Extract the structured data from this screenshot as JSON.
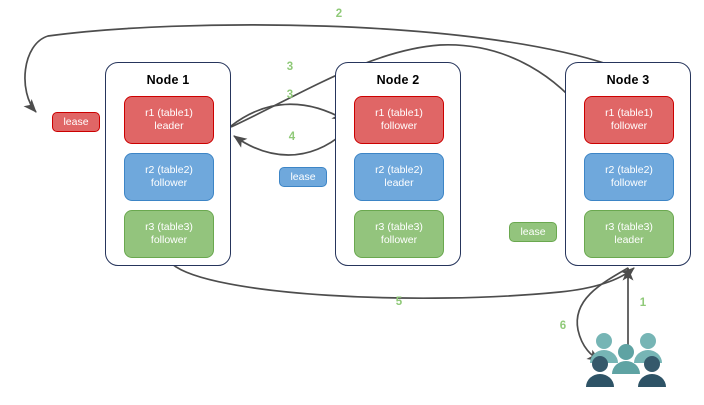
{
  "diagram": {
    "title": "Distributed lease / raft replica routing diagram",
    "colors": {
      "red": "#e06666",
      "red_border": "#cc0000",
      "blue": "#6fa8dc",
      "blue_border": "#3d85c6",
      "green": "#93c47d",
      "green_border": "#6aa84f",
      "node_border": "#26355c",
      "arrow": "#4d4d4d",
      "step_label": "#8fc978",
      "people_light": "#76b5b5",
      "people_dark": "#2e5366"
    }
  },
  "nodes": [
    {
      "id": "node1",
      "title": "Node 1",
      "replicas": [
        {
          "name": "r1 (table1)",
          "role": "leader",
          "color": "red"
        },
        {
          "name": "r2 (table2)",
          "role": "follower",
          "color": "blue"
        },
        {
          "name": "r3 (table3)",
          "role": "follower",
          "color": "green"
        }
      ]
    },
    {
      "id": "node2",
      "title": "Node 2",
      "replicas": [
        {
          "name": "r1 (table1)",
          "role": "follower",
          "color": "red"
        },
        {
          "name": "r2 (table2)",
          "role": "leader",
          "color": "blue"
        },
        {
          "name": "r3 (table3)",
          "role": "follower",
          "color": "green"
        }
      ]
    },
    {
      "id": "node3",
      "title": "Node 3",
      "replicas": [
        {
          "name": "r1 (table1)",
          "role": "follower",
          "color": "red"
        },
        {
          "name": "r2 (table2)",
          "role": "follower",
          "color": "blue"
        },
        {
          "name": "r3 (table3)",
          "role": "leader",
          "color": "green"
        }
      ]
    }
  ],
  "leases": [
    {
      "id": "lease-red",
      "label": "lease",
      "color": "red"
    },
    {
      "id": "lease-blue",
      "label": "lease",
      "color": "blue"
    },
    {
      "id": "lease-green",
      "label": "lease",
      "color": "green"
    }
  ],
  "steps": [
    {
      "id": "step-1",
      "label": "1"
    },
    {
      "id": "step-2",
      "label": "2"
    },
    {
      "id": "step-3a",
      "label": "3"
    },
    {
      "id": "step-3b",
      "label": "3"
    },
    {
      "id": "step-4",
      "label": "4"
    },
    {
      "id": "step-5",
      "label": "5"
    },
    {
      "id": "step-6",
      "label": "6"
    }
  ],
  "actors": {
    "people_icon": "people-group-icon"
  }
}
